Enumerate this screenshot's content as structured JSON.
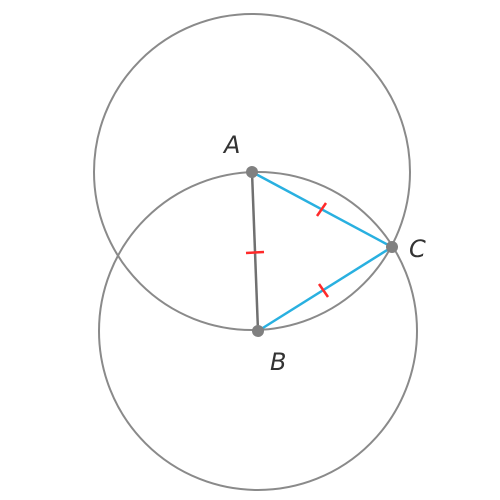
{
  "points": {
    "a": {
      "label": "A"
    },
    "b": {
      "label": "B"
    },
    "c": {
      "label": "C"
    }
  },
  "colors": {
    "circle": "#8a8a8a",
    "segment_ab": "#707070",
    "segment_colored": "#29b0e0",
    "tick": "#ff2a2a",
    "point": "#808080",
    "label": "#333333"
  }
}
